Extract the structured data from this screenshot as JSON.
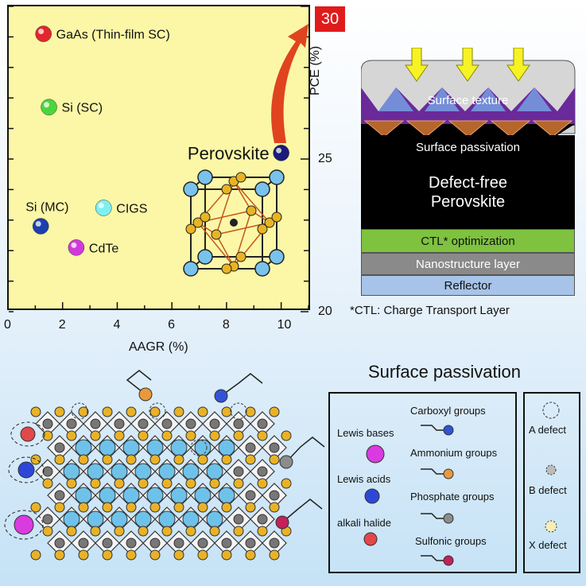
{
  "chart_data": {
    "type": "scatter",
    "xlabel": "AAGR (%)",
    "ylabel": "PCE (%)",
    "xlim": [
      0,
      11
    ],
    "ylim": [
      20,
      30
    ],
    "x_ticks": [
      "0",
      "2",
      "4",
      "6",
      "8",
      "10"
    ],
    "y_ticks": [
      "20",
      "25",
      "30"
    ],
    "points": [
      {
        "label": "GaAs (Thin-film SC)",
        "x": 1.3,
        "y": 29.1,
        "color": "#e3262b"
      },
      {
        "label": "Si (SC)",
        "x": 1.5,
        "y": 26.7,
        "color": "#4cd63a"
      },
      {
        "label": "Perovskite",
        "x": 10.0,
        "y": 25.2,
        "color": "#1a1a7a"
      },
      {
        "label": "CIGS",
        "x": 3.5,
        "y": 23.4,
        "color": "#7ef0f0"
      },
      {
        "label": "Si (MC)",
        "x": 1.2,
        "y": 22.8,
        "color": "#1c3fae"
      },
      {
        "label": "CdTe",
        "x": 2.5,
        "y": 22.1,
        "color": "#d238dc"
      }
    ],
    "highlight_tick": "30"
  },
  "device": {
    "layers": {
      "texture": "Surface texture",
      "passivation": "Surface passivation",
      "defect_free": "Defect-free\nPerovskite",
      "ctl": "CTL* optimization",
      "nano": "Nanostructure layer",
      "reflector": "Reflector"
    },
    "footnote": "*CTL: Charge Transport Layer"
  },
  "passivation": {
    "title": "Surface passivation",
    "left_items": [
      "Lewis bases",
      "Lewis acids",
      "alkali halide"
    ],
    "groups": [
      "Carboxyl groups",
      "Ammonium groups",
      "Phosphate groups",
      "Sulfonic groups"
    ],
    "defects": [
      "A defect",
      "B defect",
      "X defect"
    ],
    "colors": {
      "lewis_base": "#d93be0",
      "lewis_acid": "#2e46d8",
      "alkali": "#e2484a",
      "carboxyl": "#2f54d6",
      "ammonium": "#e9993d",
      "phosphate": "#8c8c8c",
      "sulfonic": "#c4215a"
    }
  }
}
